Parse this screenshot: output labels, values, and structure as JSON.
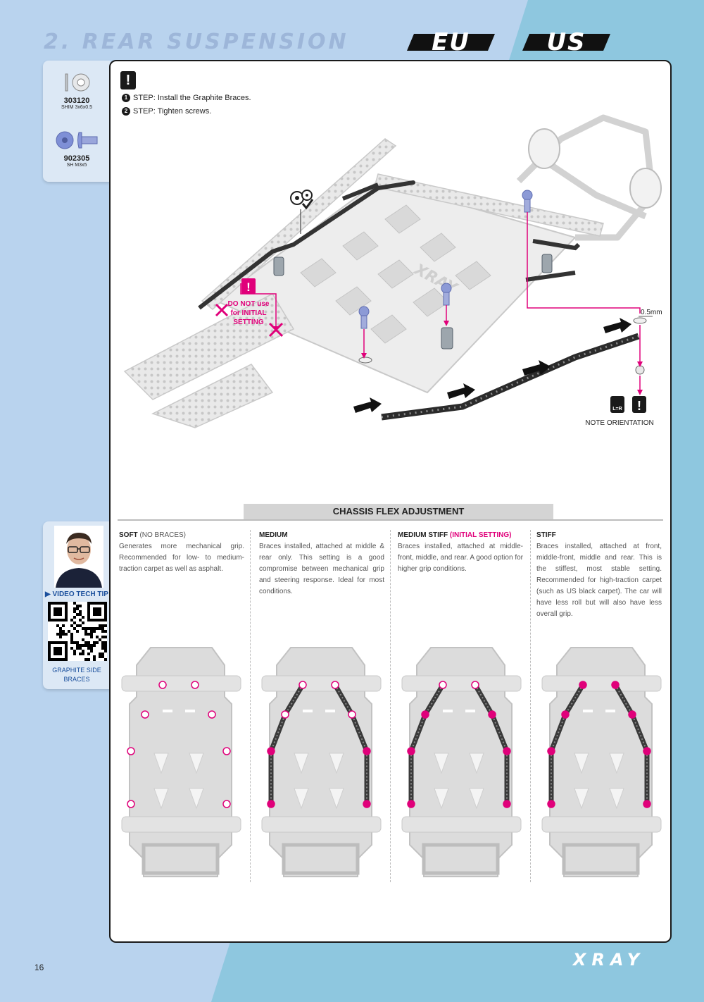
{
  "header": {
    "section_title": "2. REAR SUSPENSION",
    "region_badges": [
      "EU",
      "US"
    ]
  },
  "parts": [
    {
      "number": "303120",
      "desc": "SHIM 3x6x0.5",
      "icon": "shim-icon"
    },
    {
      "number": "902305",
      "desc": "SH M3x5",
      "icon": "screw-icon"
    }
  ],
  "steps": [
    {
      "num": "1",
      "text": "STEP: Install the Graphite Braces."
    },
    {
      "num": "2",
      "text": "STEP: Tighten screws."
    }
  ],
  "diagram": {
    "warning": [
      "DO NOT use",
      "for INITIAL",
      "SETTING"
    ],
    "shim_label": "0.5mm",
    "note": "NOTE ORIENTATION",
    "lr_badge": "L=R",
    "chassis_logo": "XRAY"
  },
  "tech_tip": {
    "label": "VIDEO TECH TIP",
    "subtitle_1": "GRAPHITE SIDE",
    "subtitle_2": "BRACES"
  },
  "chassis_flex": {
    "title": "CHASSIS FLEX ADJUSTMENT",
    "options": [
      {
        "title": "SOFT",
        "subtitle": "(NO BRACES)",
        "initial": "",
        "desc": "Generates more mechanical grip. Recommended for low- to medium-traction carpet as well as asphalt."
      },
      {
        "title": "MEDIUM",
        "subtitle": "",
        "initial": "",
        "desc": "Braces installed, attached at middle & rear only. This setting is a good compromise between mechanical grip and steering response. Ideal for most conditions."
      },
      {
        "title": "MEDIUM STIFF",
        "subtitle": "",
        "initial": "(INITIAL SETTING)",
        "desc": "Braces installed, attached at middle-front, middle, and rear. A good option for higher grip conditions."
      },
      {
        "title": "STIFF",
        "subtitle": "",
        "initial": "",
        "desc": "Braces installed, attached at front, middle-front, middle and rear. This is the stiffest, most stable setting. Recommended for high-traction carpet (such as US black carpet). The car will have less roll but will also have less overall grip."
      }
    ]
  },
  "footer": {
    "page_number": "16",
    "brand": "XRAY"
  },
  "colors": {
    "accent": "#e0007a",
    "background_light": "#b9d3ee",
    "background_right": "#8ec7df",
    "title": "#9db6d9"
  }
}
